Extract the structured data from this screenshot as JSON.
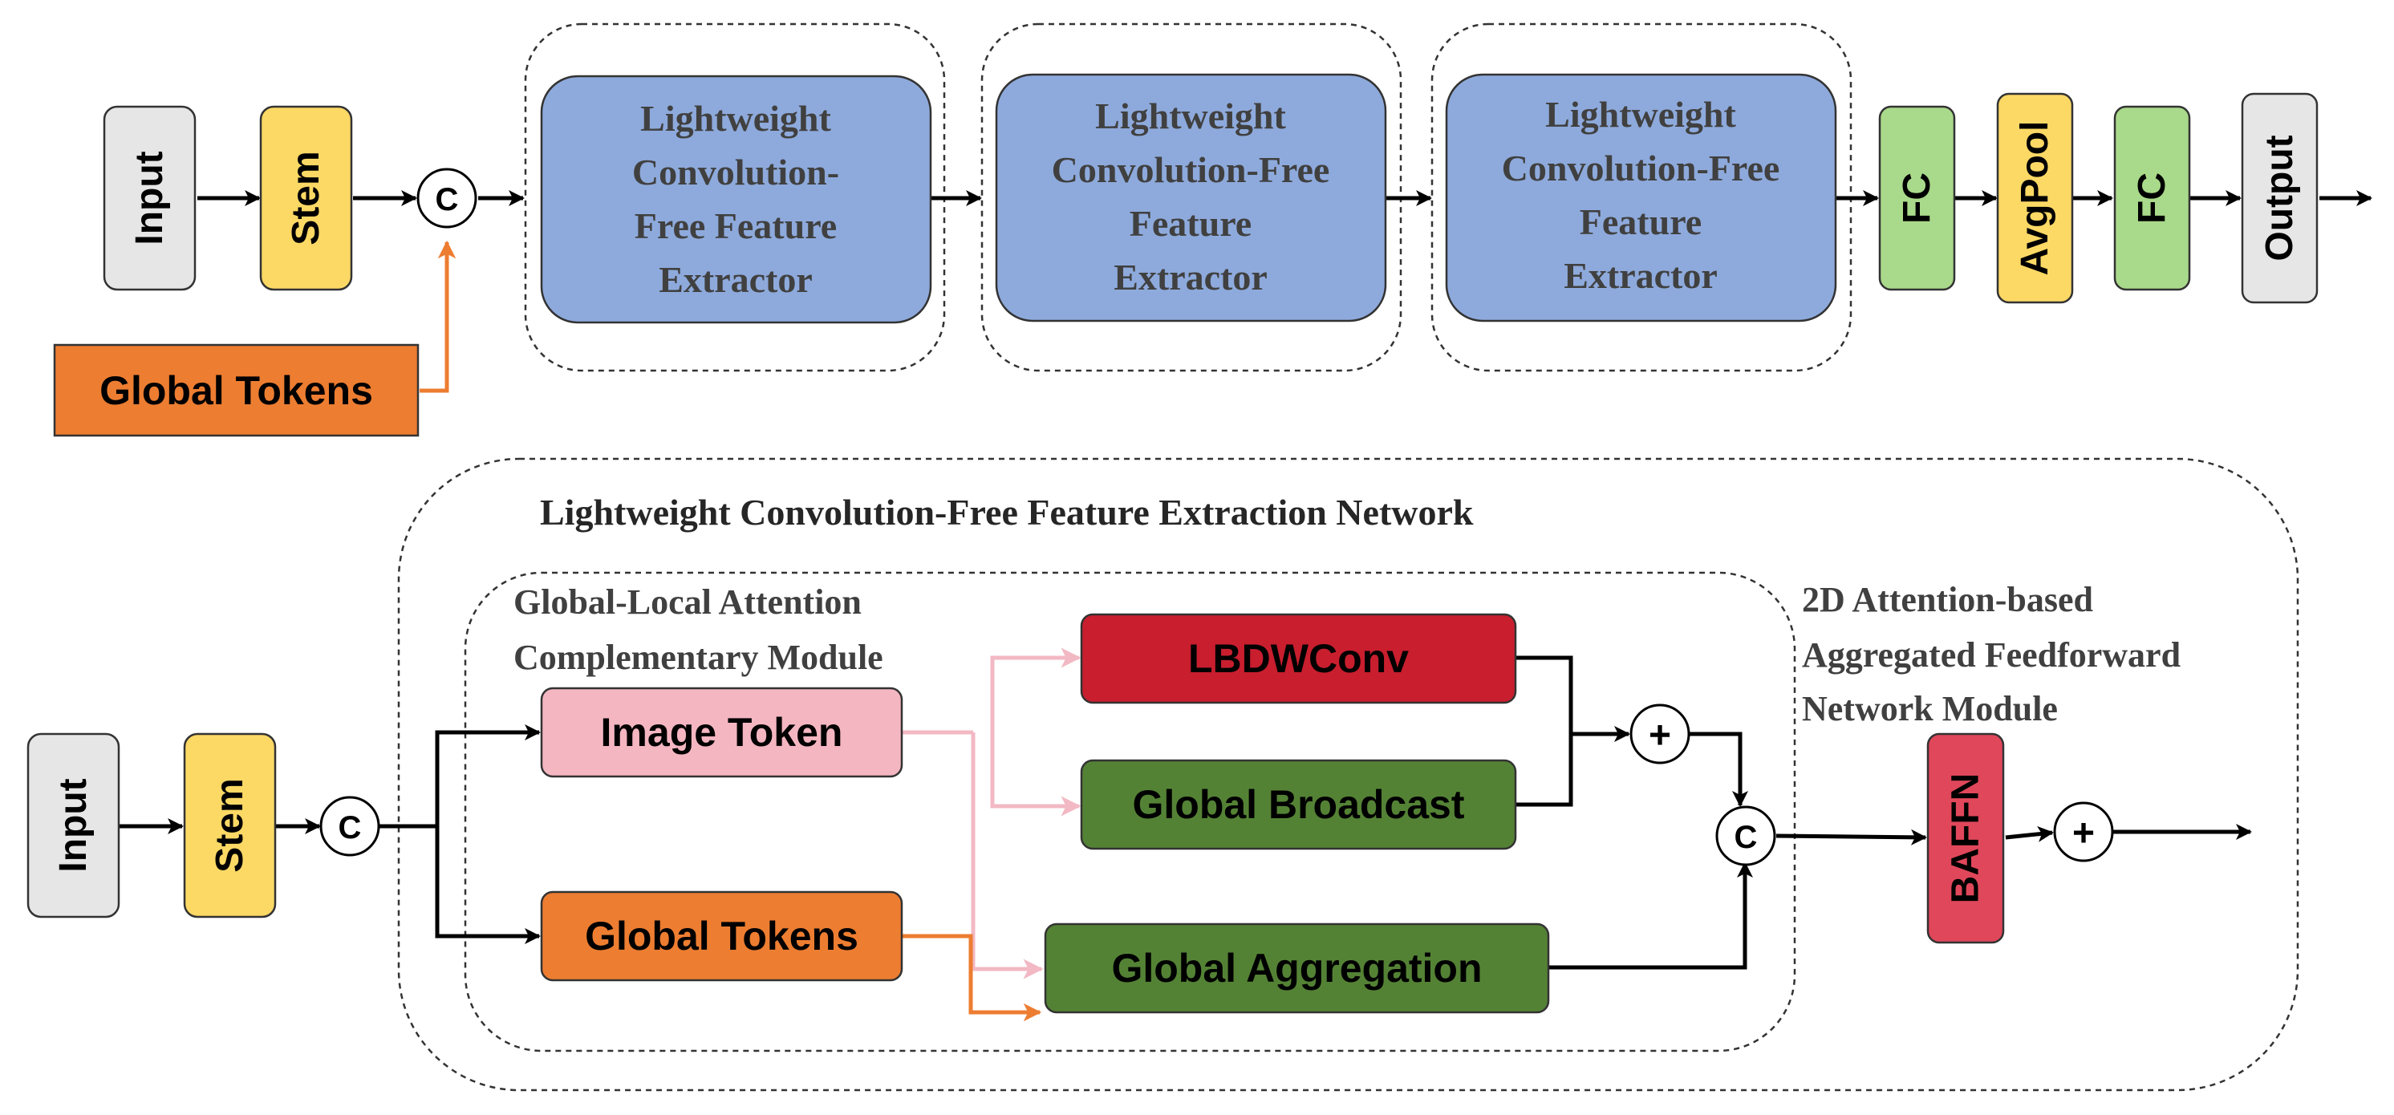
{
  "top": {
    "input": "Input",
    "stem": "Stem",
    "concat": "C",
    "global_tokens": "Global Tokens",
    "extractor1": [
      "Lightweight",
      "Convolution-",
      "Free Feature",
      "Extractor"
    ],
    "extractor2": [
      "Lightweight",
      "Convolution-Free",
      "Feature",
      "Extractor"
    ],
    "extractor3": [
      "Lightweight",
      "Convolution-Free",
      "Feature",
      "Extractor"
    ],
    "fc1": "FC",
    "avgpool": "AvgPool",
    "fc2": "FC",
    "output": "Output"
  },
  "bottom": {
    "network_title": "Lightweight Convolution-Free Feature Extraction Network",
    "input": "Input",
    "stem": "Stem",
    "concat": "C",
    "module_title": [
      "Global-Local Attention",
      "Complementary  Module"
    ],
    "image_token": "Image Token",
    "global_tokens": "Global Tokens",
    "lbdwconv": "LBDWConv",
    "global_broadcast": "Global Broadcast",
    "global_aggregation": "Global Aggregation",
    "plus": "+",
    "concat2": "C",
    "baffn_title": [
      "2D Attention-based",
      "Aggregated Feedforward",
      "Network Module"
    ],
    "baffn": "BAFFN",
    "plus2": "+"
  },
  "colors": {
    "input_gray": "#e6e6e6",
    "stem_yellow": "#fcd865",
    "extractor_blue": "#8eaadc",
    "fc_green": "#a9d98a",
    "global_orange": "#ed7d31",
    "image_pink": "#f4b6c1",
    "lbdw_red": "#c81e2e",
    "broadcast_green": "#548235",
    "baffn_red": "#e0475a",
    "pink_line": "#f2b8c3"
  }
}
